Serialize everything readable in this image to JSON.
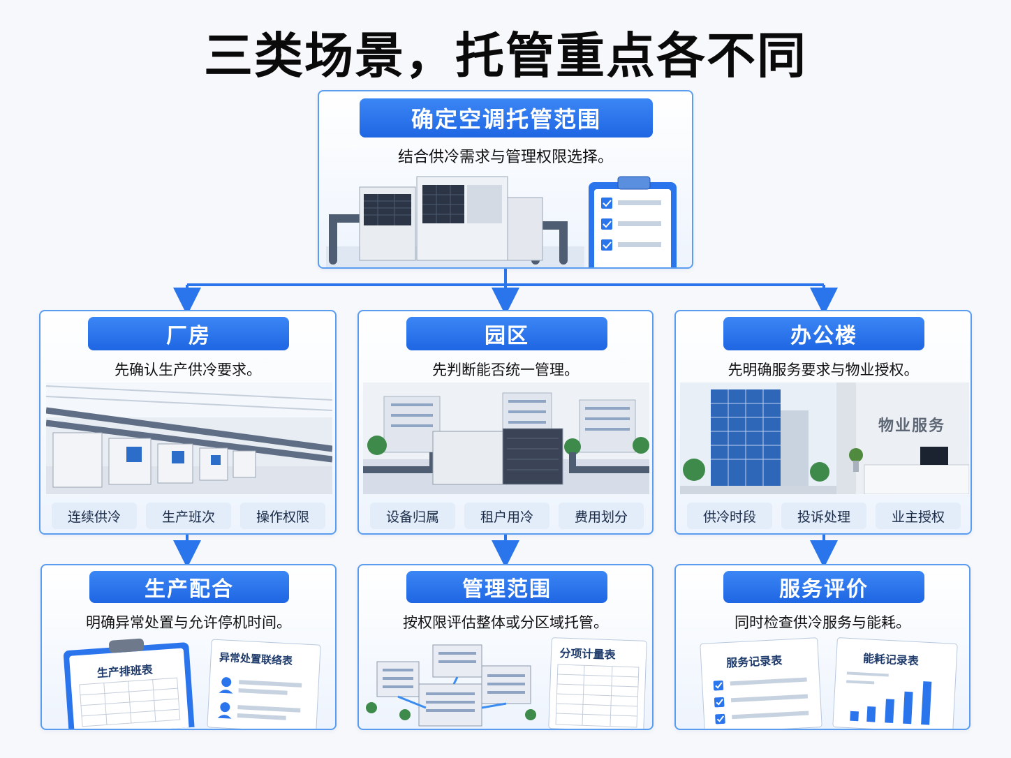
{
  "title": "三类场景，托管重点各不同",
  "top": {
    "label": "确定空调托管范围",
    "desc": "结合供冷需求与管理权限选择。"
  },
  "scenes": [
    {
      "label": "厂房",
      "desc": "先确认生产供冷要求。",
      "tags": [
        "连续供冷",
        "生产班次",
        "操作权限"
      ],
      "next": {
        "label": "生产配合",
        "desc": "明确异常处置与允许停机时间。",
        "doc1": "生产排班表",
        "doc2": "异常处置联络表"
      }
    },
    {
      "label": "园区",
      "desc": "先判断能否统一管理。",
      "tags": [
        "设备归属",
        "租户用冷",
        "费用划分"
      ],
      "next": {
        "label": "管理范围",
        "desc": "按权限评估整体或分区域托管。",
        "doc1": "分项计量表"
      }
    },
    {
      "label": "办公楼",
      "desc": "先明确服务要求与物业授权。",
      "sign": "物业服务",
      "tags": [
        "供冷时段",
        "投诉处理",
        "业主授权"
      ],
      "next": {
        "label": "服务评价",
        "desc": "同时检查供冷服务与能耗。",
        "doc1": "服务记录表",
        "doc2": "能耗记录表"
      }
    }
  ],
  "colors": {
    "accent": "#2a74ec",
    "border": "#5a9cf0",
    "tag_bg": "#e3ecf9"
  }
}
